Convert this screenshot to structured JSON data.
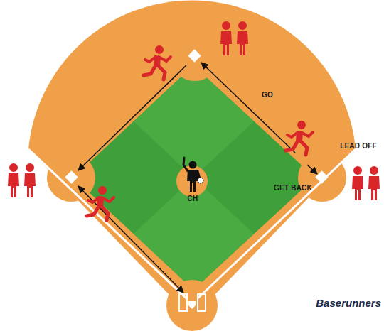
{
  "diagram": {
    "caption": "Baserunners",
    "labels": [
      "GO",
      "LEAD OFF",
      "GET BACK",
      "CH"
    ]
  }
}
